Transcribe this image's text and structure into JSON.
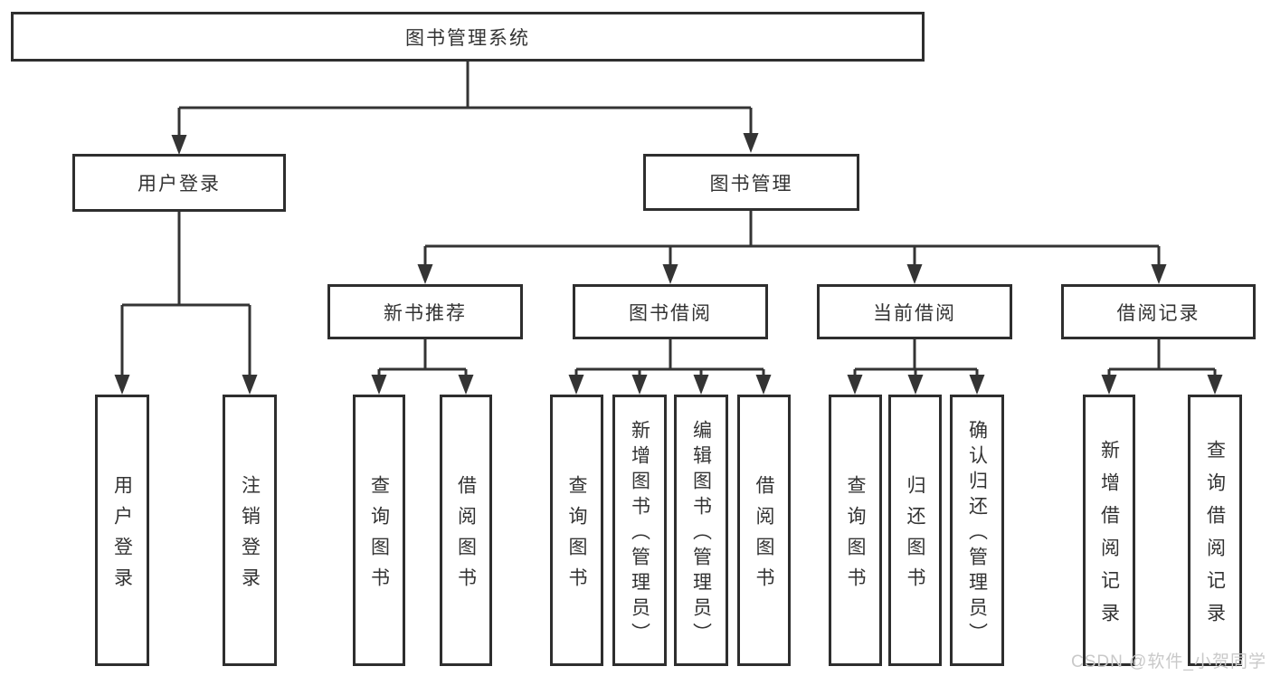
{
  "diagram": {
    "root": {
      "label": "图书管理系统"
    },
    "level2": [
      {
        "label": "用户登录"
      },
      {
        "label": "图书管理"
      }
    ],
    "level3": [
      {
        "label": "新书推荐"
      },
      {
        "label": "图书借阅"
      },
      {
        "label": "当前借阅"
      },
      {
        "label": "借阅记录"
      }
    ],
    "leaves": {
      "user_login": [
        {
          "label": "用户登录"
        },
        {
          "label": "注销登录"
        }
      ],
      "new_book": [
        {
          "label": "查询图书"
        },
        {
          "label": "借阅图书"
        }
      ],
      "book_borrow": [
        {
          "label": "查询图书"
        },
        {
          "label": "新增图书（管理员）"
        },
        {
          "label": "编辑图书（管理员）"
        },
        {
          "label": "借阅图书"
        }
      ],
      "current_borrow": [
        {
          "label": "查询图书"
        },
        {
          "label": "归还图书"
        },
        {
          "label": "确认归还（管理员）"
        }
      ],
      "borrow_records": [
        {
          "label": "新增借阅记录"
        },
        {
          "label": "查询借阅记录"
        }
      ]
    },
    "colors": {
      "line": "#343434",
      "box_border": "#2e2e2e",
      "box_fill": "#ffffff",
      "text": "#333333",
      "background": "#ffffff"
    }
  },
  "watermark": {
    "text": "CSDN @软件_小贺同学",
    "color": "#c9c9c9"
  }
}
